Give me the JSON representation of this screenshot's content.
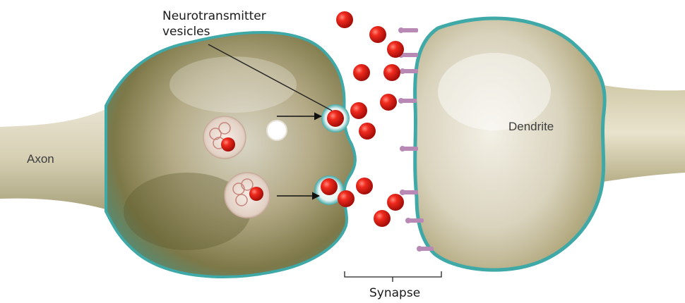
{
  "labels": {
    "neurotransmitter_line1": "Neurotransmitter",
    "neurotransmitter_line2": "vesicles",
    "axon": "Axon",
    "dendrite": "Dendrite",
    "synapse": "Synapse"
  },
  "colors": {
    "membrane": "#3fa9a8",
    "cell_body": "#b5ab86",
    "cell_dark": "#6f6b3c",
    "neurotransmitter": "#e01b14",
    "receptor": "#b889b5"
  }
}
